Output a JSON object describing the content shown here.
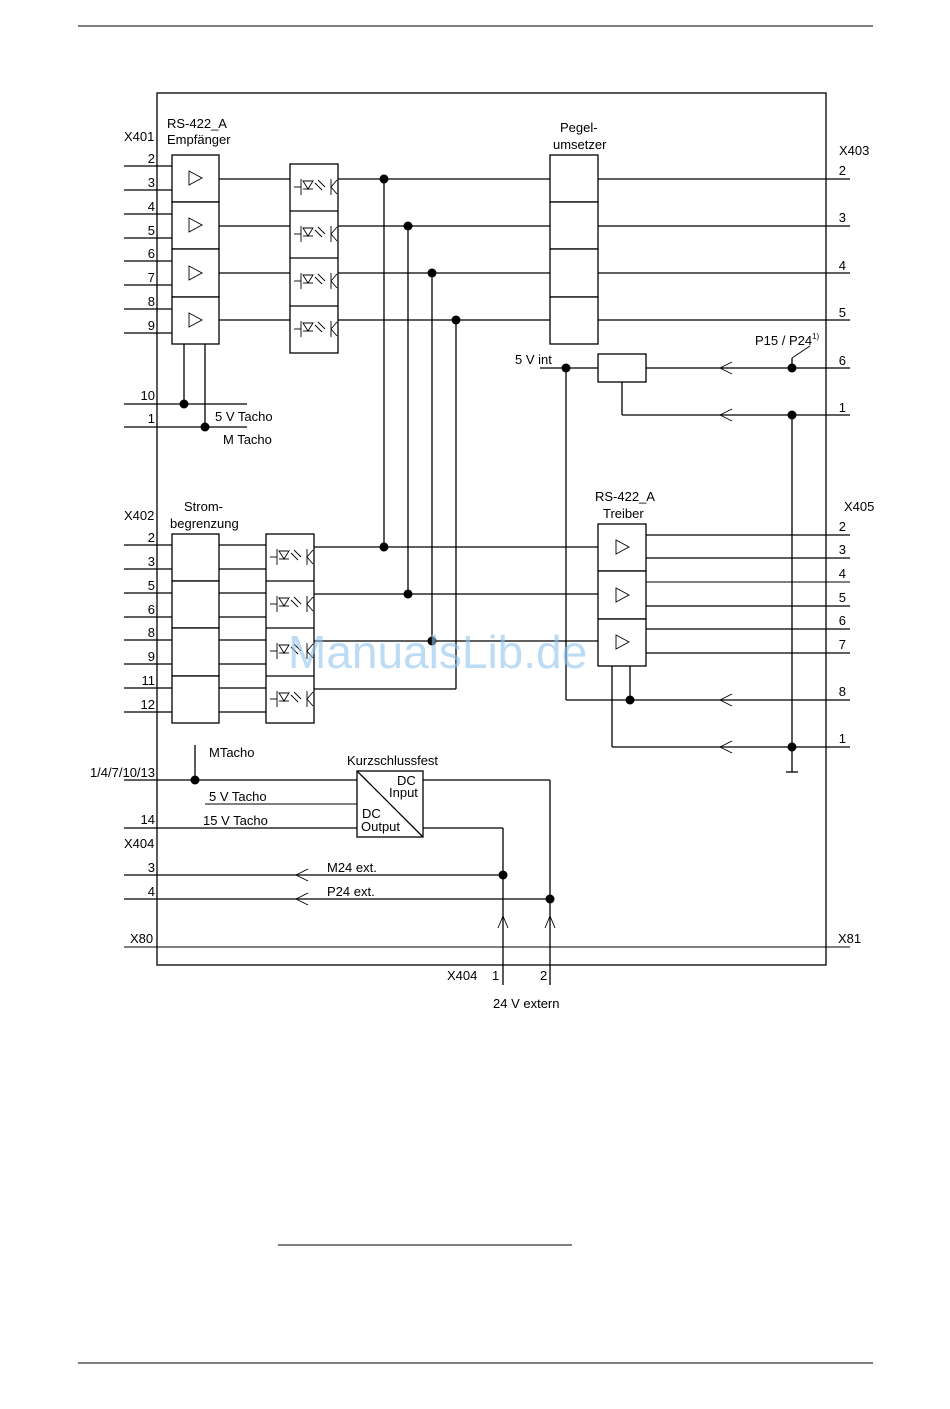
{
  "diagram": {
    "x401": {
      "label": "X401",
      "block_line1": "RS-422_A",
      "block_line2": "Empfänger",
      "pins": [
        "2",
        "3",
        "4",
        "5",
        "6",
        "7",
        "8",
        "9"
      ],
      "pin_10": "10",
      "pin_1": "1",
      "label_5v_tacho": "5 V Tacho",
      "label_m_tacho": "M Tacho"
    },
    "x402": {
      "label": "X402",
      "block_line1": "Strom-",
      "block_line2": "begrenzung",
      "pins": [
        "2",
        "3",
        "5",
        "6",
        "8",
        "9",
        "11",
        "12"
      ]
    },
    "x403": {
      "label": "X403",
      "block_line1": "Pegel-",
      "block_line2": "umsetzer",
      "pins": [
        "2",
        "3",
        "4",
        "5"
      ],
      "pin_6": "6",
      "pin_1": "1",
      "label_5v_int": "5 V int",
      "label_p15": "P15 / P24",
      "footnote": "1)"
    },
    "x405": {
      "label": "X405",
      "block_line1": "RS-422_A",
      "block_line2": "Treiber",
      "pins": [
        "2",
        "3",
        "4",
        "5",
        "6",
        "7",
        "8",
        "1"
      ]
    },
    "x404": {
      "label": "X404",
      "pin_list": "1/4/7/10/13",
      "label_mtacho": "MTacho",
      "label_kurzschluss": "Kurzschlussfest",
      "dc_input_1": "DC",
      "dc_input_2": "Input",
      "dc_output_1": "DC",
      "dc_output_2": "Output",
      "label_5v_tacho": "5 V Tacho",
      "label_15v_tacho": "15 V Tacho",
      "pin_14": "14",
      "pin_3": "3",
      "pin_4": "4",
      "label_m24": "M24 ext.",
      "label_p24": "P24 ext.",
      "bottom_label": "X404",
      "bottom_pin_1": "1",
      "bottom_pin_2": "2",
      "label_24v_extern": "24 V extern"
    },
    "x80": "X80",
    "x81": "X81"
  },
  "watermark": "ManualsLib.de"
}
